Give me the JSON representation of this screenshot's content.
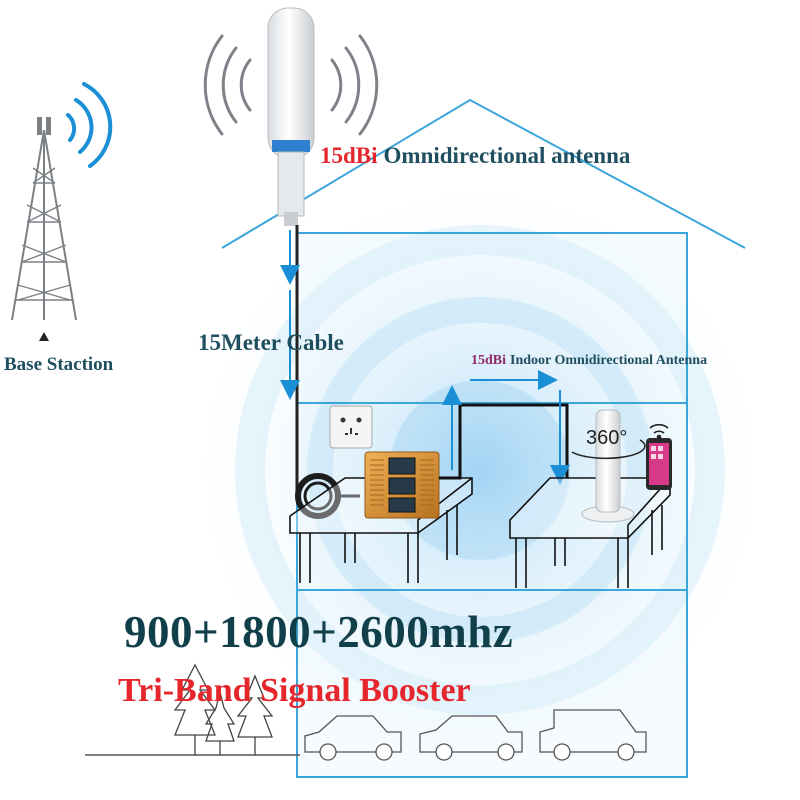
{
  "labels": {
    "outdoor_antenna_gain": "15dBi",
    "outdoor_antenna_name": "Omnidirectional antenna",
    "cable": "15Meter Cable",
    "base_station": "Base Staction",
    "indoor_antenna_gain": "15dBi",
    "indoor_antenna_name": "Indoor Omnidirectional Antenna",
    "rotation": "360°",
    "frequencies": "900+1800+2600mhz",
    "product": "Tri-Band Signal Booster"
  },
  "icons": [
    "base-station-tower-icon",
    "outdoor-antenna-icon",
    "wall-socket-icon",
    "signal-booster-icon",
    "cable-coil-icon",
    "indoor-antenna-icon",
    "smartphone-icon",
    "wifi-icon",
    "tree-icon",
    "car-icon"
  ],
  "colors": {
    "title_dark": "#1f4f5f",
    "accent_red": "#e5262c",
    "indoor_gain": "#8e2b63",
    "signal_blue": "#1a8fd6",
    "booster_gold": "#d48f2e",
    "house_line": "#3aa6dc"
  }
}
